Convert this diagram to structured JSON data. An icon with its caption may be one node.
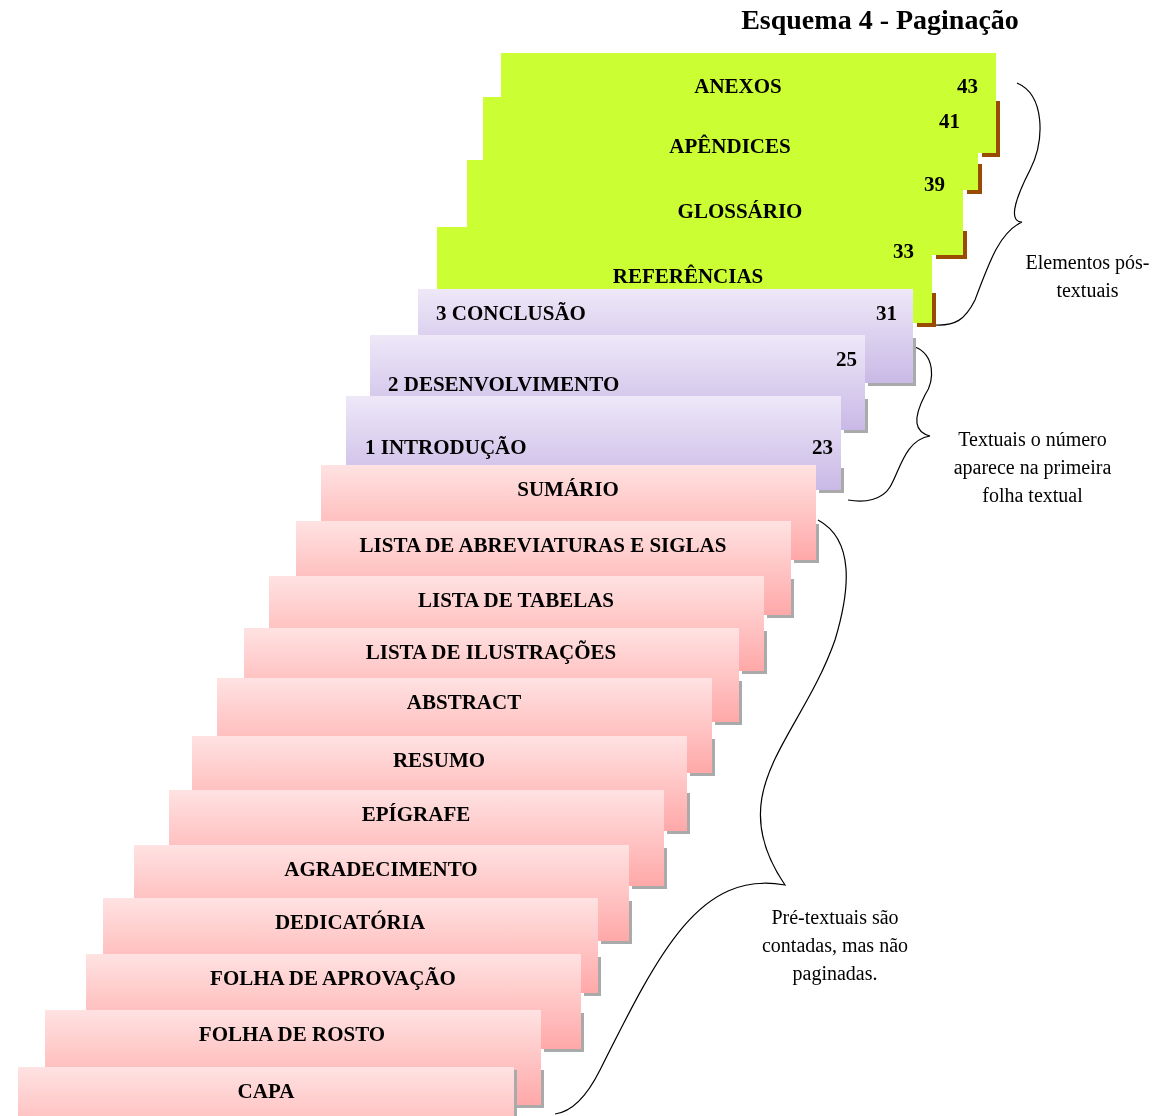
{
  "diagram": {
    "title": "Esquema 4 - Paginação",
    "nodes": [
      {
        "text": [
          "ANEXOS",
          "43"
        ]
      },
      {
        "text": [
          "APÊNDICES",
          "41"
        ]
      },
      {
        "text": [
          "GLOSSÁRIO",
          "39"
        ]
      },
      {
        "text": [
          "REFERÊNCIAS",
          "33"
        ]
      },
      {
        "text": [
          "3 CONCLUSÃO",
          "31"
        ]
      },
      {
        "text": [
          "2 DESENVOLVIMENTO",
          "25"
        ]
      },
      {
        "text": [
          "1 INTRODUÇÃO",
          "23"
        ]
      },
      {
        "text": [
          "SUMÁRIO"
        ]
      },
      {
        "text": [
          "LISTA DE ABREVIATURAS E SIGLAS"
        ]
      },
      {
        "text": [
          "LISTA DE TABELAS"
        ]
      },
      {
        "text": [
          "LISTA DE ILUSTRAÇÕES"
        ]
      },
      {
        "text": [
          "ABSTRACT"
        ]
      },
      {
        "text": [
          "RESUMO"
        ]
      },
      {
        "text": [
          "EPÍGRAFE"
        ]
      },
      {
        "text": [
          "AGRADECIMENTO"
        ]
      },
      {
        "text": [
          "DEDICATÓRIA"
        ]
      },
      {
        "text": [
          "FOLHA DE APROVAÇÃO"
        ]
      },
      {
        "text": [
          "FOLHA DE ROSTO"
        ]
      },
      {
        "text": [
          "CAPA"
        ]
      }
    ],
    "labels": [
      "Elementos pós-textuais",
      "Textuais o número aparece na primeira folha textual",
      "Pré-textuais são contadas, mas não paginadas."
    ]
  }
}
